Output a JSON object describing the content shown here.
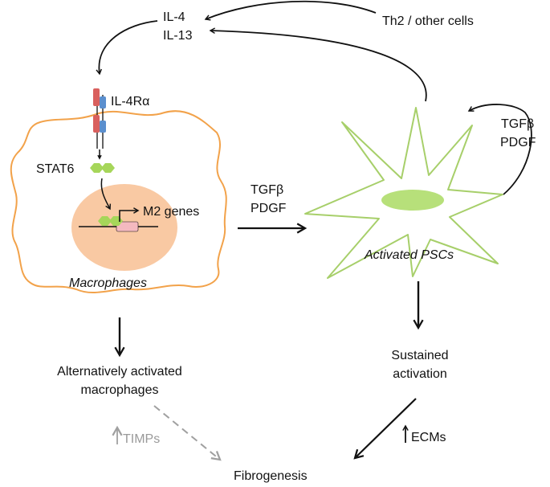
{
  "colors": {
    "macrophage_outline": "#f2a24a",
    "nucleus_fill": "#f9c9a3",
    "psc_outline": "#a7cf6a",
    "psc_nucleus": "#b7e07a",
    "stat6": "#a6d65a",
    "receptor_red": "#d9605e",
    "receptor_blue": "#5b8fce",
    "gene_box": "#f4b9bf",
    "arrow": "#111111",
    "gray_arrow": "#a0a0a0"
  },
  "labels": {
    "il4": "IL-4",
    "il13": "IL-13",
    "th2": "Th2 / other cells",
    "il4ra": "IL-4Rα",
    "stat6": "STAT6",
    "m2_genes": "M2 genes",
    "macrophages": "Macrophages",
    "tgfb_mid": "TGFβ",
    "pdgf_mid": "PDGF",
    "tgfb_right": "TGFβ",
    "pdgf_right": "PDGF",
    "activated_pscs": "Activated PSCs",
    "alt_macro_1": "Alternatively activated",
    "alt_macro_2": "macrophages",
    "sustained_1": "Sustained",
    "sustained_2": "activation",
    "timps": "TIMPs",
    "ecms": "ECMs",
    "fibrogenesis": "Fibrogenesis"
  }
}
